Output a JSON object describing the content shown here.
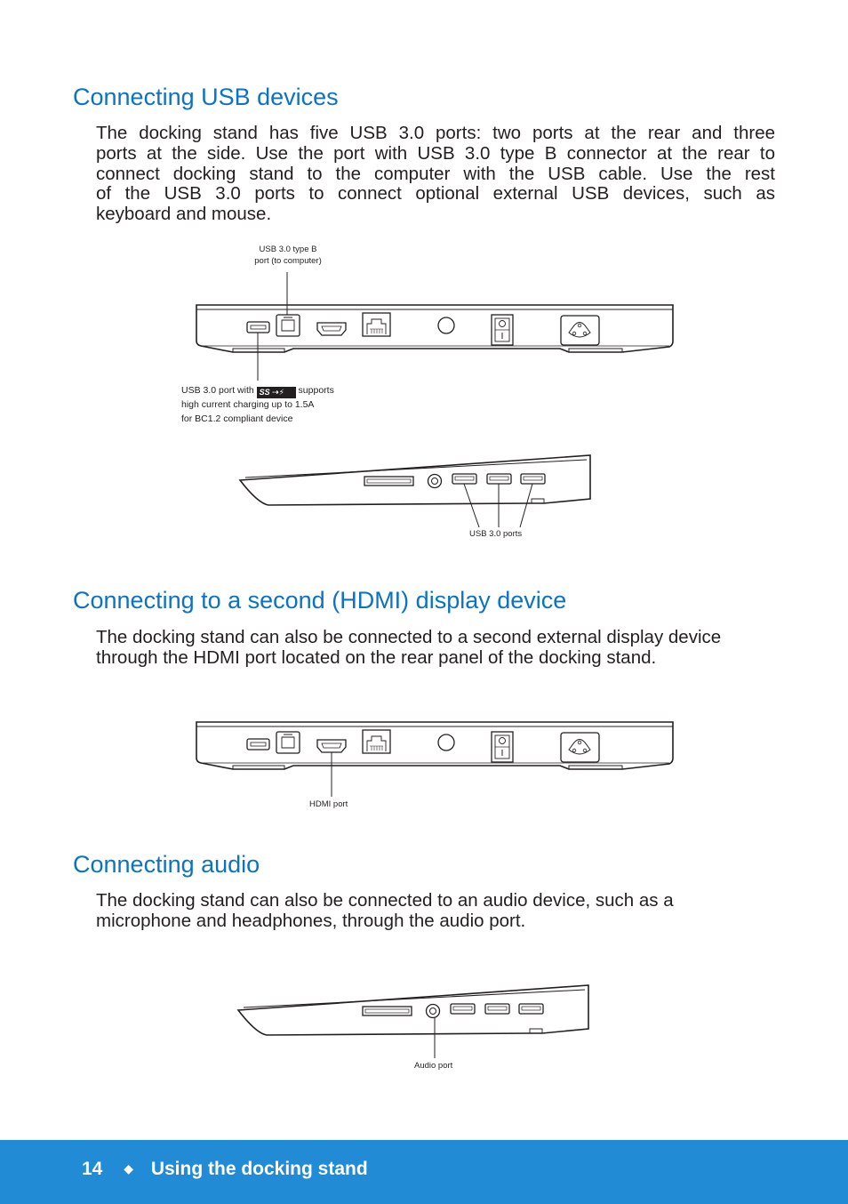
{
  "sections": [
    {
      "title": "Connecting USB devices",
      "body_lines": [
        "The docking stand has five USB 3.0 ports: two ports at the rear and three",
        "ports at the side. Use the port with USB 3.0 type B connector at the rear to",
        "connect docking stand to the computer with the USB cable. Use the rest",
        "of the USB 3.0 ports to connect optional external USB devices, such as",
        "keyboard and mouse."
      ]
    },
    {
      "title": "Connecting to a second (HDMI) display device",
      "body": "The docking stand can also be connected to a second external display device through the HDMI port located on the rear panel of the docking stand."
    },
    {
      "title": "Connecting audio",
      "body": "The docking stand can also be connected to an audio device, such as a microphone and headphones, through the audio port."
    }
  ],
  "figures": {
    "usb_rear": {
      "label_type_b_line1": "USB 3.0 type B",
      "label_type_b_line2": "port (to computer)",
      "label_charging_prefix": "USB 3.0 port with",
      "label_charging_logo": "SS",
      "label_charging_suffix": "supports",
      "label_charging_line2": "high current charging up to 1.5A",
      "label_charging_line3": "for BC1.2 compliant device"
    },
    "usb_side": {
      "label": "USB 3.0 ports"
    },
    "hdmi_rear": {
      "label": "HDMI port"
    },
    "audio_side": {
      "label": "Audio port"
    }
  },
  "footer": {
    "page_number": "14",
    "separator": "◆",
    "section_title": "Using the docking stand",
    "color": "#228bd6"
  },
  "colors": {
    "heading": "#0c73c2",
    "text": "#231f20"
  }
}
